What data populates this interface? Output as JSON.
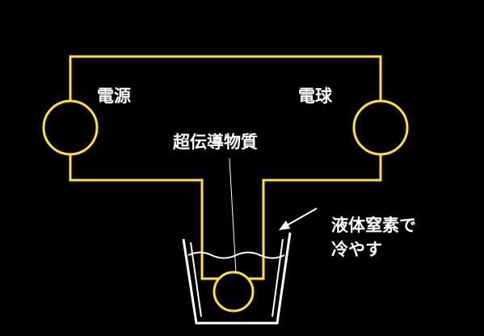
{
  "labels": {
    "power_source": "電源",
    "bulb": "電球",
    "superconductor": "超伝導物質",
    "cooling_line1": "液体窒素で",
    "cooling_line2": "冷やす"
  },
  "colors": {
    "background": "#000000",
    "circuit": "#ffe033",
    "beaker": "#ffffff",
    "text": "#ffffff"
  }
}
